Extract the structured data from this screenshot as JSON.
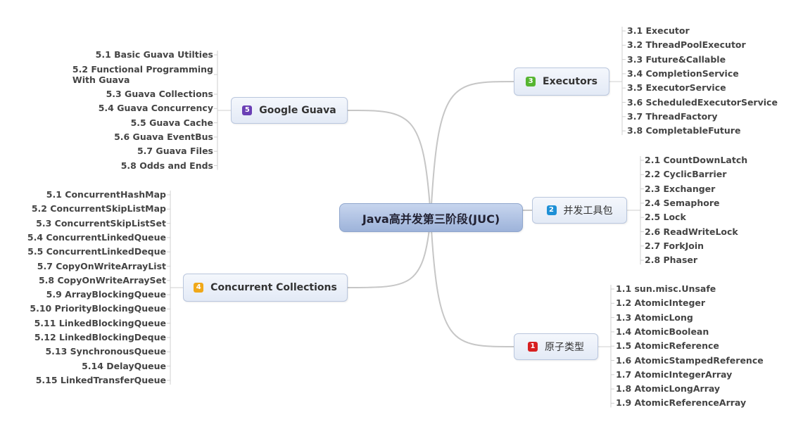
{
  "central": "Java高并发第三阶段(JUC)",
  "branches": {
    "executors": {
      "title": "Executors",
      "num": "3",
      "color": "#56b531",
      "items": [
        "3.1 Executor",
        "3.2 ThreadPoolExecutor",
        "3.3 Future&Callable",
        "3.4 CompletionService",
        "3.5 ExecutorService",
        "3.6 ScheduledExecutorService",
        "3.7 ThreadFactory",
        "3.8 CompletableFuture"
      ]
    },
    "tools": {
      "title": "并发工具包",
      "num": "2",
      "color": "#1e90d6",
      "items": [
        "2.1 CountDownLatch",
        "2.2 CyclicBarrier",
        "2.3 Exchanger",
        "2.4 Semaphore",
        "2.5 Lock",
        "2.6 ReadWriteLock",
        "2.7 ForkJoin",
        "2.8 Phaser"
      ]
    },
    "atomic": {
      "title": "原子类型",
      "num": "1",
      "color": "#d72020",
      "items": [
        "1.1 sun.misc.Unsafe",
        "1.2 AtomicInteger",
        "1.3 AtomicLong",
        "1.4 AtomicBoolean",
        "1.5 AtomicReference",
        "1.6 AtomicStampedReference",
        "1.7 AtomicIntegerArray",
        "1.8 AtomicLongArray",
        "1.9 AtomicReferenceArray"
      ]
    },
    "guava": {
      "title": "Google Guava",
      "num": "5",
      "color": "#6a3fb5",
      "items": [
        "5.1 Basic Guava Utilties",
        "5.2 Functional Programming\nWith Guava",
        "5.3 Guava Collections",
        "5.4 Guava Concurrency",
        "5.5 Guava Cache",
        "5.6 Guava EventBus",
        "5.7 Guava Files",
        "5.8 Odds and Ends"
      ]
    },
    "collections": {
      "title": "Concurrent Collections",
      "num": "4",
      "color": "#f0a818",
      "items": [
        "5.1 ConcurrentHashMap",
        "5.2 ConcurrentSkipListMap",
        "5.3 ConcurrentSkipListSet",
        "5.4 ConcurrentLinkedQueue",
        "5.5 ConcurrentLinkedDeque",
        "5.7 CopyOnWriteArrayList",
        "5.8 CopyOnWriteArraySet",
        "5.9 ArrayBlockingQueue",
        "5.10 PriorityBlockingQueue",
        "5.11 LinkedBlockingQueue",
        "5.12 LinkedBlockingDeque",
        "5.13 SynchronousQueue",
        "5.14 DelayQueue",
        "5.15 LinkedTransferQueue"
      ]
    }
  }
}
